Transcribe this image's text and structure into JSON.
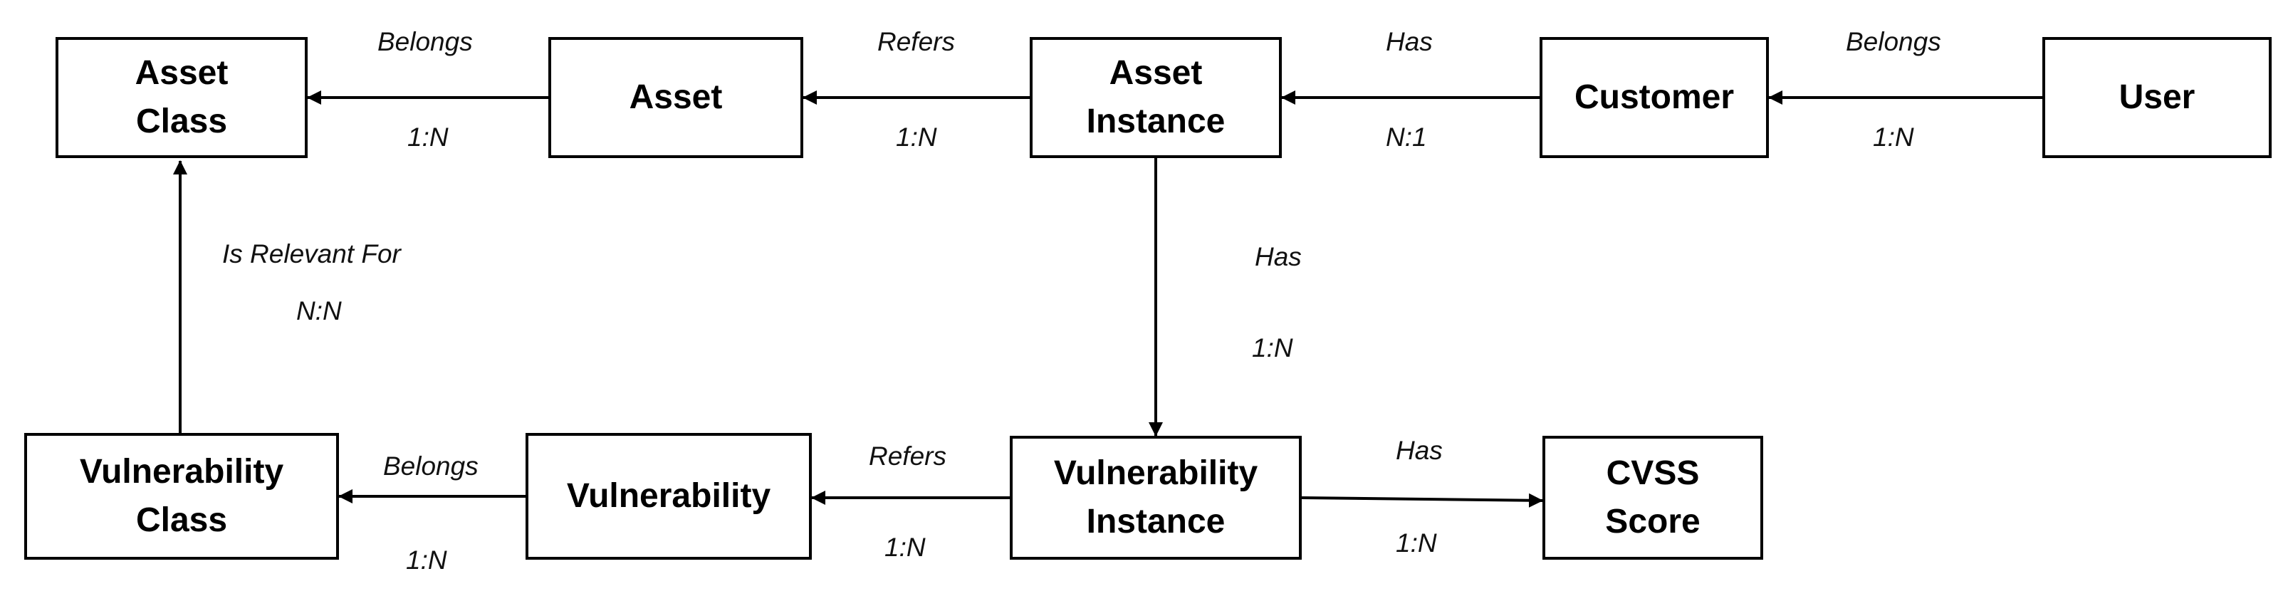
{
  "nodes": {
    "asset_class": {
      "lines": [
        "Asset",
        "Class"
      ]
    },
    "asset": {
      "lines": [
        "Asset"
      ]
    },
    "asset_instance": {
      "lines": [
        "Asset",
        "Instance"
      ]
    },
    "customer": {
      "lines": [
        "Customer"
      ]
    },
    "user": {
      "lines": [
        "User"
      ]
    },
    "vuln_class": {
      "lines": [
        "Vulnerability",
        "Class"
      ]
    },
    "vulnerability": {
      "lines": [
        "Vulnerability"
      ]
    },
    "vuln_instance": {
      "lines": [
        "Vulnerability",
        "Instance"
      ]
    },
    "cvss_score": {
      "lines": [
        "CVSS",
        "Score"
      ]
    }
  },
  "edges": {
    "asset_to_asset_class": {
      "relation": "Belongs",
      "cardinality": "1:N"
    },
    "asset_instance_to_asset": {
      "relation": "Refers",
      "cardinality": "1:N"
    },
    "customer_to_asset_instance": {
      "relation": "Has",
      "cardinality": "N:1"
    },
    "user_to_customer": {
      "relation": "Belongs",
      "cardinality": "1:N"
    },
    "asset_instance_to_vuln_instance": {
      "relation": "Has",
      "cardinality": "1:N"
    },
    "vuln_class_to_asset_class": {
      "relation": "Is Relevant For",
      "cardinality": "N:N"
    },
    "vulnerability_to_vuln_class": {
      "relation": "Belongs",
      "cardinality": "1:N"
    },
    "vuln_instance_to_vulnerability": {
      "relation": "Refers",
      "cardinality": "1:N"
    },
    "vuln_instance_to_cvss": {
      "relation": "Has",
      "cardinality": "1:N"
    }
  },
  "colors": {
    "stroke": "#000000",
    "fill": "#ffffff",
    "text": "#000000"
  }
}
